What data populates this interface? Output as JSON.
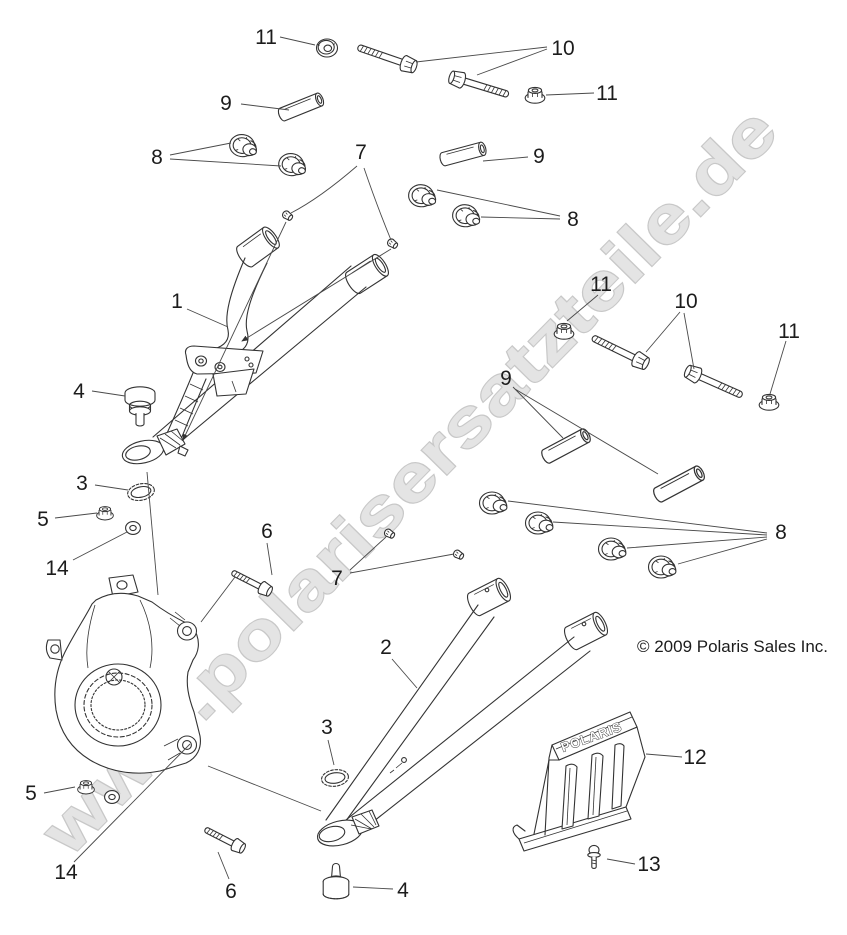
{
  "diagram": {
    "copyright": "© 2009 Polaris Sales Inc.",
    "watermark": "www.polarisersatzteile.de",
    "guard_logo": "POLARIS",
    "line_color": "#333333",
    "watermark_fill": "#e4e4e4",
    "watermark_outline": "#c8c8c8",
    "background": "#ffffff"
  },
  "callouts": [
    {
      "text": "11"
    },
    {
      "text": "10"
    },
    {
      "text": "11"
    },
    {
      "text": "9"
    },
    {
      "text": "8"
    },
    {
      "text": "7"
    },
    {
      "text": "9"
    },
    {
      "text": "8"
    },
    {
      "text": "1"
    },
    {
      "text": "11"
    },
    {
      "text": "10"
    },
    {
      "text": "11"
    },
    {
      "text": "4"
    },
    {
      "text": "9"
    },
    {
      "text": "3"
    },
    {
      "text": "5"
    },
    {
      "text": "14"
    },
    {
      "text": "6"
    },
    {
      "text": "7"
    },
    {
      "text": "8"
    },
    {
      "text": "2"
    },
    {
      "text": "3"
    },
    {
      "text": "12"
    },
    {
      "text": "5"
    },
    {
      "text": "14"
    },
    {
      "text": "6"
    },
    {
      "text": "4"
    },
    {
      "text": "13"
    }
  ]
}
